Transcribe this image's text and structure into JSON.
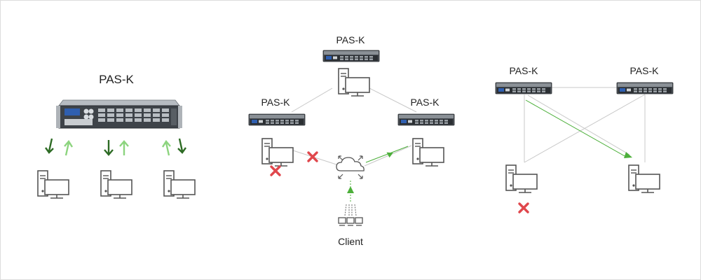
{
  "panel1": {
    "device_label": "PAS-K"
  },
  "panel2": {
    "top_device_label": "PAS-K",
    "left_device_label": "PAS-K",
    "right_device_label": "PAS-K",
    "client_label": "Client"
  },
  "panel3": {
    "left_device_label": "PAS-K",
    "right_device_label": "PAS-K"
  },
  "colors": {
    "arrow_dark_green": "#2d6b24",
    "arrow_light_green": "#8cd47e",
    "flow_green": "#4caf3a",
    "fail_red": "#e0474c",
    "link_gray": "#c8c8c8",
    "border_gray": "#dddddd"
  }
}
